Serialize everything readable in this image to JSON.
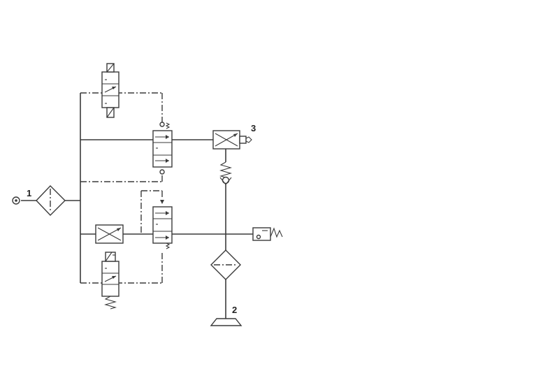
{
  "labels": {
    "port_1": "1",
    "port_2": "2",
    "port_3": "3"
  },
  "icons": [
    "supply-port-icon",
    "filter-icon",
    "solenoid-valve-icon",
    "directional-valve-icon",
    "throttle-valve-icon",
    "check-valve-icon",
    "silencer-icon",
    "pressure-switch-icon",
    "spring-icon"
  ],
  "colors": {
    "line": "#3a3a3a",
    "background": "#ffffff"
  }
}
